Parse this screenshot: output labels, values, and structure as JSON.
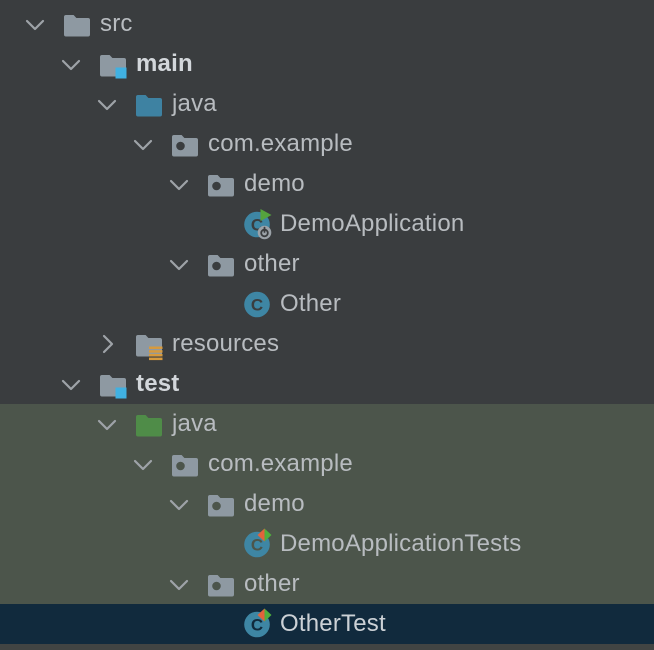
{
  "tree": {
    "rows": [
      {
        "label": "src",
        "level": 0,
        "chevron": "down",
        "icon": "folder",
        "bold": false,
        "state": "normal"
      },
      {
        "label": "main",
        "level": 1,
        "chevron": "down",
        "icon": "sources-root-folder",
        "bold": true,
        "state": "normal"
      },
      {
        "label": "java",
        "level": 2,
        "chevron": "down",
        "icon": "java-sources-folder",
        "bold": false,
        "state": "normal"
      },
      {
        "label": "com.example",
        "level": 3,
        "chevron": "down",
        "icon": "package",
        "bold": false,
        "state": "normal"
      },
      {
        "label": "demo",
        "level": 4,
        "chevron": "down",
        "icon": "package",
        "bold": false,
        "state": "normal"
      },
      {
        "label": "DemoApplication",
        "level": 5,
        "chevron": null,
        "icon": "runnable-class",
        "bold": false,
        "state": "normal"
      },
      {
        "label": "other",
        "level": 4,
        "chevron": "down",
        "icon": "package",
        "bold": false,
        "state": "normal"
      },
      {
        "label": "Other",
        "level": 5,
        "chevron": null,
        "icon": "class",
        "bold": false,
        "state": "normal"
      },
      {
        "label": "resources",
        "level": 2,
        "chevron": "right",
        "icon": "resources-folder",
        "bold": false,
        "state": "normal"
      },
      {
        "label": "test",
        "level": 1,
        "chevron": "down",
        "icon": "sources-root-folder",
        "bold": true,
        "state": "normal"
      },
      {
        "label": "java",
        "level": 2,
        "chevron": "down",
        "icon": "test-sources-folder",
        "bold": false,
        "state": "highlighted"
      },
      {
        "label": "com.example",
        "level": 3,
        "chevron": "down",
        "icon": "package",
        "bold": false,
        "state": "highlighted"
      },
      {
        "label": "demo",
        "level": 4,
        "chevron": "down",
        "icon": "package",
        "bold": false,
        "state": "highlighted"
      },
      {
        "label": "DemoApplicationTests",
        "level": 5,
        "chevron": null,
        "icon": "test-class",
        "bold": false,
        "state": "highlighted"
      },
      {
        "label": "other",
        "level": 4,
        "chevron": "down",
        "icon": "package",
        "bold": false,
        "state": "highlighted"
      },
      {
        "label": "OtherTest",
        "level": 5,
        "chevron": null,
        "icon": "test-class",
        "bold": false,
        "state": "selected"
      }
    ]
  },
  "colors": {
    "background": "#3a3d3f",
    "highlight_background": "#4c554b",
    "selection_background": "#112a3d",
    "bottom_strip": "#414443",
    "text": "#b8bcc0",
    "text_bold": "#d3d7db",
    "text_selected": "#ccd1d6",
    "chevron": "#9ea3a8",
    "folder_gray": "#8e99a2",
    "java_folder_blue": "#3e82a2",
    "test_folder_green": "#4f8c48",
    "sources_badge_blue": "#40b1e2",
    "resources_badge_amber": "#d79a3e",
    "class_circle_teal": "#3e86a4",
    "run_triangle_green": "#55a33e",
    "test_badge_orange": "#e2633c",
    "test_badge_green": "#4fae3d",
    "power_badge_gray": "#9ba2a8"
  }
}
